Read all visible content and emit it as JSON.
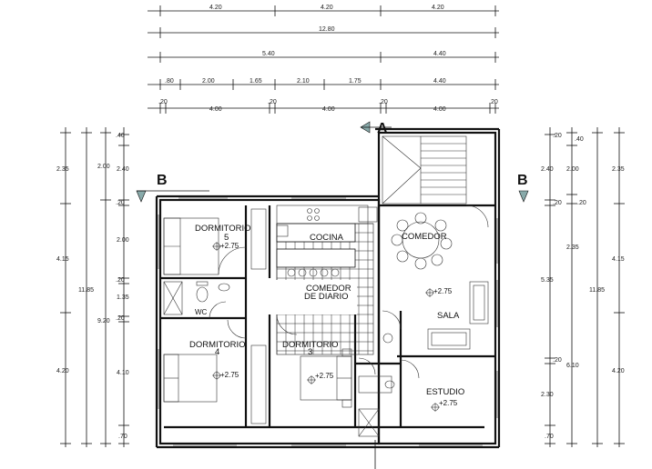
{
  "dims_top": {
    "row1": [
      "4.20",
      "4.20",
      "4.20"
    ],
    "row2": "12.80",
    "row3": [
      "5.40",
      "4.40"
    ],
    "row4": [
      ".80",
      "2.00",
      "1.65",
      "2.10",
      "1.75",
      "4.40"
    ],
    "row5": [
      ".20",
      "4.00",
      ".20",
      "4.00",
      ".20",
      "4.00",
      ".20"
    ]
  },
  "dims_left": {
    "outer": [
      "2.35",
      "4.15",
      "4.20"
    ],
    "total": "11.85",
    "inner_total": "9.20",
    "col2": [
      "2.00",
      "2.40"
    ],
    "col3": [
      ".40",
      ".20",
      "2.00",
      ".20",
      "1.35",
      ".20",
      "4.10",
      ".70"
    ]
  },
  "dims_right": {
    "outer": [
      "2.35",
      "4.15",
      "4.20"
    ],
    "total": "11.85",
    "col2": [
      "2.40",
      "2.00",
      "2.35",
      "5.35",
      "6.10",
      "2.30"
    ],
    "col3": [
      ".20",
      ".40",
      ".20",
      ".20",
      ".20",
      ".70"
    ]
  },
  "rooms": {
    "dorm5_line1": "DORMITORIO",
    "dorm5_line2": "5",
    "dorm4_line1": "DORMITORIO",
    "dorm4_line2": "4",
    "dorm3_line1": "DORMITORIO",
    "dorm3_line2": "3",
    "cocina": "COCINA",
    "comedor": "COMEDOR",
    "comedor_diario_1": "COMEDOR",
    "comedor_diario_2": "DE DIARIO",
    "sala": "SALA",
    "estudio": "ESTUDIO",
    "bath": "WC"
  },
  "levels": {
    "dorm5": "+2.75",
    "dorm4": "+2.75",
    "dorm3": "+2.75",
    "sala": "+2.75",
    "estudio": "+2.75"
  },
  "section_markers": {
    "a": "A",
    "b_left": "B",
    "b_right": "B"
  },
  "colors": {
    "line": "#111111",
    "background": "#ffffff"
  }
}
